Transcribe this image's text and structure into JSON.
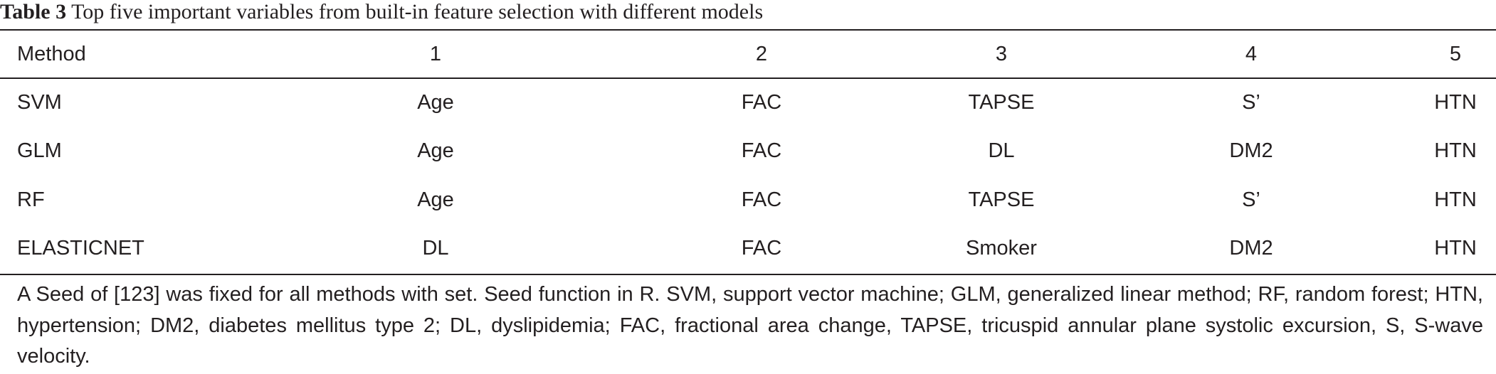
{
  "caption": {
    "label": "Table 3",
    "text": "Top five important variables from built-in feature selection with different models"
  },
  "table": {
    "headers": [
      "Method",
      "1",
      "2",
      "3",
      "4",
      "5"
    ],
    "rows": [
      [
        "SVM",
        "Age",
        "FAC",
        "TAPSE",
        "S’",
        "HTN"
      ],
      [
        "GLM",
        "Age",
        "FAC",
        "DL",
        "DM2",
        "HTN"
      ],
      [
        "RF",
        "Age",
        "FAC",
        "TAPSE",
        "S’",
        "HTN"
      ],
      [
        "ELASTICNET",
        "DL",
        "FAC",
        "Smoker",
        "DM2",
        "HTN"
      ]
    ]
  },
  "footnote": "A Seed of [123] was fixed for all methods with set. Seed function in R. SVM, support vector machine; GLM, generalized linear method; RF, random forest; HTN, hypertension; DM2, diabetes mellitus type 2; DL, dyslipidemia; FAC, fractional area change, TAPSE, tricuspid annular plane systolic excursion, S, S-wave velocity."
}
